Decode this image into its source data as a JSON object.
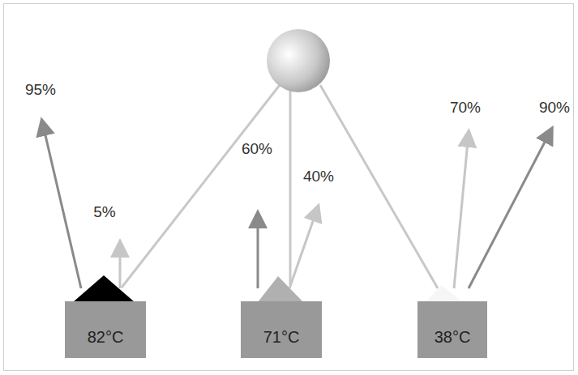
{
  "diagram": {
    "nodes": [
      {
        "text": [
          "82°C"
        ]
      },
      {
        "text": [
          "71°C"
        ]
      },
      {
        "text": [
          "38°C"
        ]
      }
    ],
    "labels": [
      "95%",
      "5%",
      "60%",
      "40%",
      "70%",
      "90%"
    ]
  }
}
